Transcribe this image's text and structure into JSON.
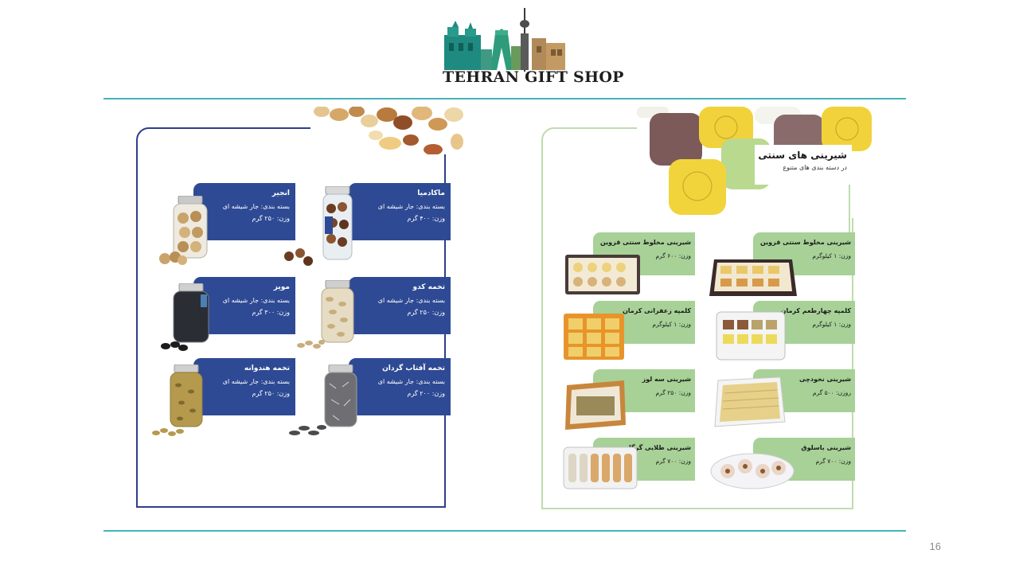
{
  "logo": {
    "text": "TEHRAN GIFT SHOP"
  },
  "page_number": "16",
  "nuts": {
    "items": [
      {
        "name": "ماکادمیا",
        "packaging": "بسته بندی: جار شیشه ای",
        "weight": "وزن: ۴۰۰ گرم"
      },
      {
        "name": "انجیر",
        "packaging": "بسته بندی: جار شیشه ای",
        "weight": "وزن: ۲۵۰ گرم"
      },
      {
        "name": "تخمه کدو",
        "packaging": "بسته بندی: جار شیشه ای",
        "weight": "وزن: ۲۵۰ گرم"
      },
      {
        "name": "مویز",
        "packaging": "بسته بندی: جار شیشه ای",
        "weight": "وزن: ۳۰۰ گرم"
      },
      {
        "name": "تخمه آفتاب گردان",
        "packaging": "بسته بندی: جار شیشه ای",
        "weight": "وزن: ۲۰۰ گرم"
      },
      {
        "name": "تخمه هندوانه",
        "packaging": "بسته بندی: جار شیشه ای",
        "weight": "وزن: ۲۵۰ گرم"
      }
    ]
  },
  "sweets": {
    "heading": "شیرینی های سنتی",
    "subheading": "در دسته بندی های متنوع",
    "items": [
      {
        "name": "شیرینی مخلوط سنتی قزوین",
        "weight": "وزن: ۱ کیلوگرم"
      },
      {
        "name": "شیرینی مخلوط سنتی قزوین",
        "weight": "وزن: ۶۰۰ گرم"
      },
      {
        "name": "کلمپه چهارطعم کرمان",
        "weight": "وزن: ۱ کیلوگرم"
      },
      {
        "name": "کلمپه زعفرانی کرمان",
        "weight": "وزن: ۱ کیلوگرم"
      },
      {
        "name": "شیرینی نخودچی",
        "weight": "روزن: ۵۰۰ گرم"
      },
      {
        "name": "شیرینی سه لوز",
        "weight": "وزن: ۲۵۰ گرم"
      },
      {
        "name": "شیرینی باسلوق",
        "weight": "وزن: ۷۰۰ گرم"
      },
      {
        "name": "شیرینی طلایی گرگان",
        "weight": "وزن: ۷۰۰ گرم"
      }
    ]
  },
  "colors": {
    "teal_rule": "#47b2b9",
    "nut_card": "#2e4a94",
    "sweet_card": "#a7d197",
    "sweet_frame": "#bfdcae"
  }
}
